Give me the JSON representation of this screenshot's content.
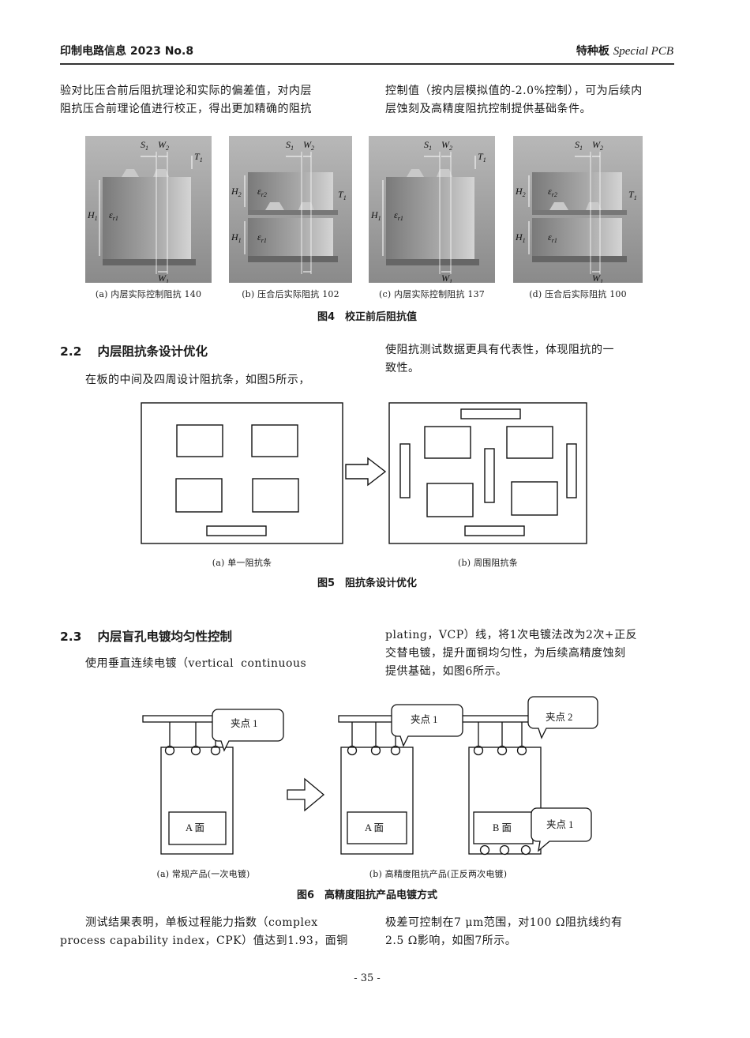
{
  "header": {
    "left": "印制电路信息 2023 No.8",
    "right_cn": "特种板",
    "right_en": "Special PCB"
  },
  "intro": {
    "left_lines": [
      "验对比压合前后阻抗理论和实际的偏差值，对内层",
      "阻抗压合前理论值进行校正，得出更加精确的阻抗"
    ],
    "right_lines": [
      "控制值（按内层模拟值的-2.0%控制），可为后续内",
      "层蚀刻及高精度阻抗控制提供基础条件。"
    ]
  },
  "fig4": {
    "labels": {
      "s1": "S",
      "w2": "W",
      "t1": "T",
      "h1": "H",
      "h2": "H",
      "er1": "ε",
      "er2": "ε",
      "w1": "W",
      "sub1": "1",
      "sub2": "2",
      "subr1": "r1",
      "subr2": "r2"
    },
    "captions": [
      "(a) 内层实际控制阻抗 140",
      "(b) 压合后实际阻抗 102",
      "(c) 内层实际控制阻抗 137",
      "(d) 压合后实际阻抗 100"
    ],
    "title": "图4　校正前后阻抗值"
  },
  "sec22": {
    "num": "2.2",
    "title": "内层阻抗条设计优化",
    "left_line": "在板的中间及四周设计阻抗条，如图5所示，",
    "right_lines": [
      "使阻抗测试数据更具有代表性，体现阻抗的一",
      "致性。"
    ]
  },
  "fig5": {
    "captions": [
      "(a) 单一阻抗条",
      "(b) 周围阻抗条"
    ],
    "title": "图5　阻抗条设计优化"
  },
  "sec23": {
    "num": "2.3",
    "title": "内层盲孔电镀均匀性控制",
    "left_line": "使用垂直连续电镀（vertical continuous",
    "right_lines": [
      "plating，VCP）线，将1次电镀法改为2次+正反",
      "交替电镀，提升面铜均匀性，为后续高精度蚀刻",
      "提供基础，如图6所示。"
    ]
  },
  "fig6": {
    "clip1": "夹点 1",
    "clip2": "夹点 2",
    "face_a": "A 面",
    "face_b": "B 面",
    "captions": [
      "(a) 常规产品(一次电镀)",
      "(b) 高精度阻抗产品(正反两次电镀)"
    ],
    "title": "图6　高精度阻抗产品电镀方式"
  },
  "closing": {
    "left_lines": [
      "测试结果表明，单板过程能力指数（complex",
      "process capability index，CPK）值达到1.93，面铜"
    ],
    "right_lines": [
      "极差可控制在7 μm范围，对100 Ω阻抗线约有",
      "2.5 Ω影响，如图7所示。"
    ]
  },
  "page_number": "- 35 -"
}
